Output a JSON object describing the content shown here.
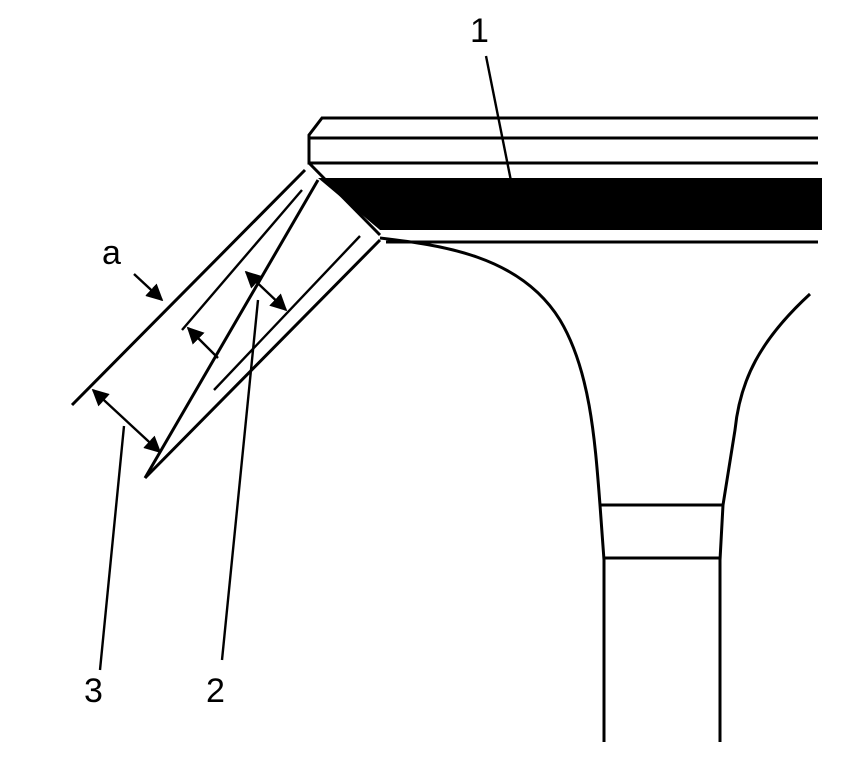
{
  "figure": {
    "labels": {
      "part_1": "1",
      "part_2": "2",
      "part_3": "3",
      "dim_a": "a"
    },
    "colors": {
      "line": "#000000",
      "background": "#ffffff"
    }
  }
}
